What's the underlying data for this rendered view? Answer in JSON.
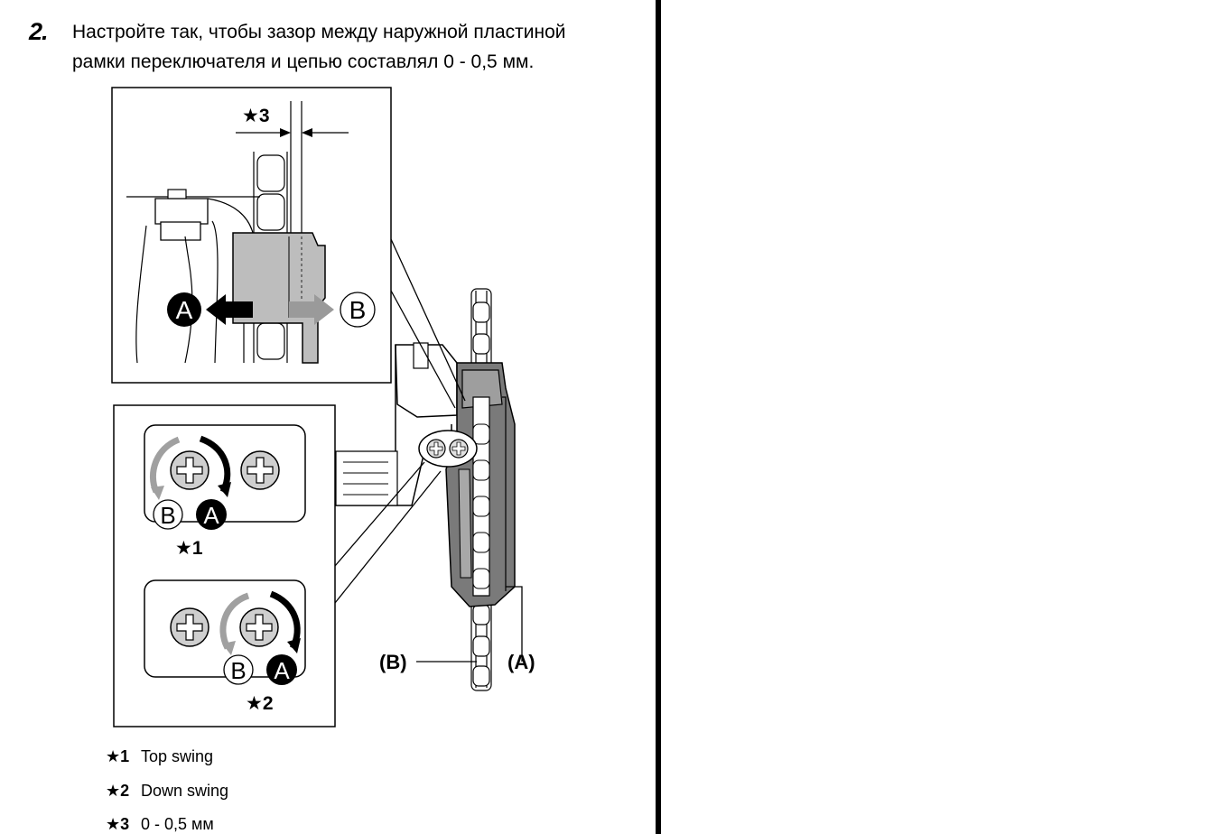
{
  "step": {
    "number": "2.",
    "line1": "Настройте так, чтобы зазор между наружной пластиной",
    "line2": "рамки переключателя и цепью составлял 0 - 0,5 мм."
  },
  "diagram": {
    "callout_star3": "★3",
    "callout_star1": "★1",
    "callout_star2": "★2",
    "marker_a": "A",
    "marker_b": "B",
    "label_a": "(A)",
    "label_b": "(B)"
  },
  "legend": [
    {
      "key": "★1",
      "text": "Top swing"
    },
    {
      "key": "★2",
      "text": "Down swing"
    },
    {
      "key": "★3",
      "text": "0 - 0,5 мм"
    }
  ]
}
